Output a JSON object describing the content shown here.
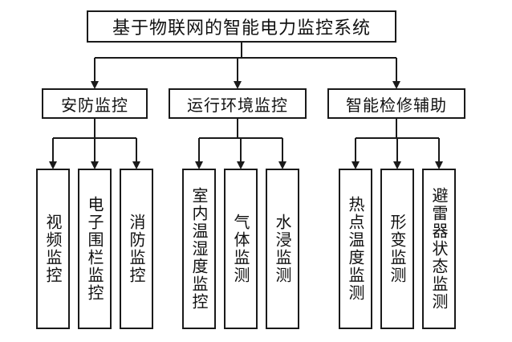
{
  "root": {
    "label": "基于物联网的智能电力监控系统"
  },
  "categories": [
    {
      "label": "安防监控",
      "children": [
        "视频监控",
        "电子围栏监控",
        "消防监控"
      ]
    },
    {
      "label": "运行环境监控",
      "children": [
        "室内温湿度监控",
        "气体监测",
        "水浸监测"
      ]
    },
    {
      "label": "智能检修辅助",
      "children": [
        "热点温度监测",
        "形变监测",
        "避雷器状态监测"
      ]
    }
  ],
  "colors": {
    "stroke": "#1a1a1a",
    "text": "#111111",
    "background": "#ffffff"
  }
}
